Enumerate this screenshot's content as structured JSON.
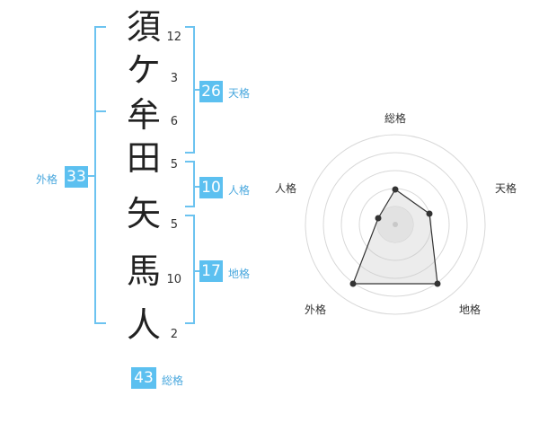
{
  "name": {
    "characters": [
      "須",
      "ケ",
      "牟",
      "田",
      "矢",
      "馬",
      "人"
    ],
    "strokes": [
      "12",
      "3",
      "6",
      "5",
      "5",
      "10",
      "2"
    ]
  },
  "fortune": {
    "tenkaku": {
      "value": "26",
      "label": "天格"
    },
    "jinkaku": {
      "value": "10",
      "label": "人格"
    },
    "chikaku": {
      "value": "17",
      "label": "地格"
    },
    "gaikaku": {
      "value": "33",
      "label": "外格"
    },
    "soukaku": {
      "value": "43",
      "label": "総格"
    }
  },
  "radar": {
    "labels": {
      "top": "総格",
      "right": "天格",
      "left": "人格",
      "bottom_left": "外格",
      "bottom_right": "地格"
    },
    "accent_color": "#5cc0f0"
  }
}
